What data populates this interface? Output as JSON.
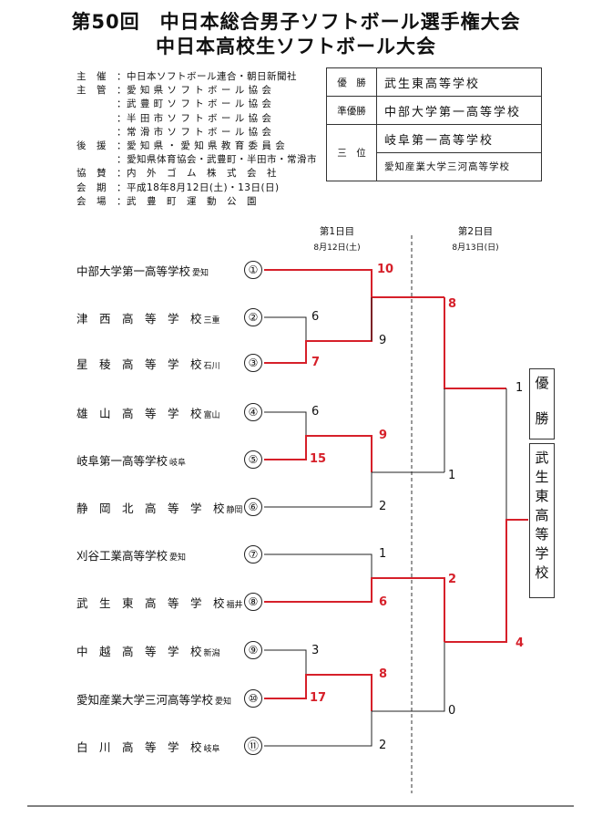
{
  "title1": "第50回　中日本総合男子ソフトボール選手権大会",
  "title2": "中日本高校生ソフトボール大会",
  "info": [
    {
      "label": "主　催",
      "value": "：中日本ソフトボール連合・朝日新聞社"
    },
    {
      "label": "主　管",
      "value": "：愛 知 県 ソ フ ト ボ ー ル 協 会"
    },
    {
      "label": "",
      "value": "：武 豊 町 ソ フ ト ボ ー ル 協 会"
    },
    {
      "label": "",
      "value": "：半 田 市 ソ フ ト ボ ー ル 協 会"
    },
    {
      "label": "",
      "value": "：常 滑 市 ソ フ ト ボ ー ル 協 会"
    },
    {
      "label": "後　援",
      "value": "：愛 知 県 ・ 愛 知 県 教 育 委 員 会"
    },
    {
      "label": "",
      "value": "：愛知県体育協会・武豊町・半田市・常滑市"
    },
    {
      "label": "協　賛",
      "value": "：内　外　ゴ　ム　株　式　会　社"
    },
    {
      "label": "会　期",
      "value": "：平成18年8月12日(土)・13日(日)"
    },
    {
      "label": "会　場",
      "value": "：武　豊　町　運　動　公　園"
    }
  ],
  "results": {
    "champion_label": "優　勝",
    "champion": "武生東高等学校",
    "runnerup_label": "準優勝",
    "runnerup": "中部大学第一高等学校",
    "third_label": "三　位",
    "third": [
      "岐阜第一高等学校",
      "愛知産業大学三河高等学校"
    ]
  },
  "days": [
    {
      "label": "第1日目",
      "date": "8月12日(土)"
    },
    {
      "label": "第2日目",
      "date": "8月13日(日)"
    }
  ],
  "teams": [
    {
      "seed": "①",
      "name": "中部大学第一高等学校",
      "pref": "愛知"
    },
    {
      "seed": "②",
      "name": "津　西　高　等　学　校",
      "pref": "三重"
    },
    {
      "seed": "③",
      "name": "星　稜　高　等　学　校",
      "pref": "石川"
    },
    {
      "seed": "④",
      "name": "雄　山　高　等　学　校",
      "pref": "富山"
    },
    {
      "seed": "⑤",
      "name": "岐阜第一高等学校",
      "pref": "岐阜"
    },
    {
      "seed": "⑥",
      "name": "静　岡　北　高　等　学　校",
      "pref": "静岡"
    },
    {
      "seed": "⑦",
      "name": "刈谷工業高等学校",
      "pref": "愛知"
    },
    {
      "seed": "⑧",
      "name": "武　生　東　高　等　学　校",
      "pref": "福井"
    },
    {
      "seed": "⑨",
      "name": "中　越　高　等　学　校",
      "pref": "新潟"
    },
    {
      "seed": "⑩",
      "name": "愛知産業大学三河高等学校",
      "pref": "愛知"
    },
    {
      "seed": "⑪",
      "name": "白　川　高　等　学　校",
      "pref": "岐阜"
    }
  ],
  "scores": {
    "r1_2v3": [
      "6",
      "7"
    ],
    "r1_4v5": [
      "6",
      "15"
    ],
    "r1_9v10": [
      "3",
      "17"
    ],
    "qf_1": [
      "10",
      "9"
    ],
    "qf_2": [
      "9",
      "2"
    ],
    "qf_3": [
      "1",
      "6"
    ],
    "qf_4": [
      "8",
      "2"
    ],
    "sf_1": [
      "8",
      "1"
    ],
    "sf_2": [
      "2",
      "0"
    ],
    "final": [
      "1",
      "4"
    ]
  },
  "champion_box": {
    "label": [
      "優",
      "勝"
    ],
    "name": [
      "武",
      "生",
      "東",
      "高",
      "等",
      "学",
      "校"
    ]
  },
  "colors": {
    "winner_line": "#d6202a",
    "line": "#222222"
  }
}
